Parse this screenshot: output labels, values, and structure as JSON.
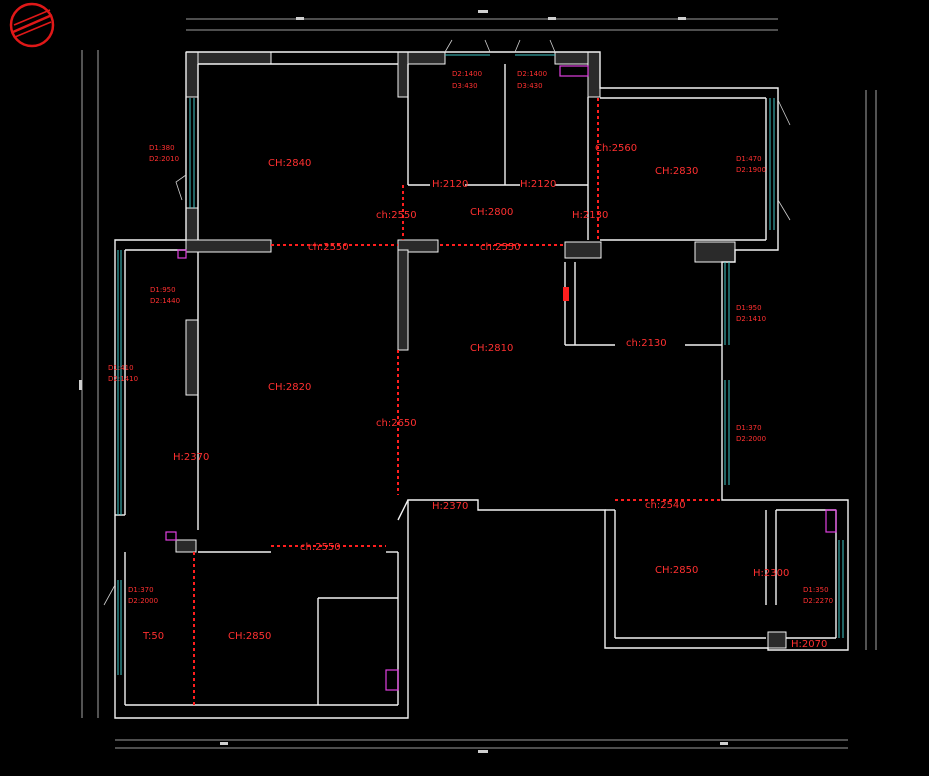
{
  "room_labels": {
    "r1_ch": "CH:2840",
    "r2_d": "D2:1400",
    "r2_d3": "D3:430",
    "r3_d": "D2:1400",
    "r3_d3": "D3:430",
    "r4_ch": "CH:2830",
    "r4_sh": "Ch:2560",
    "r4_h": "H:2130",
    "hall_ch": "CH:2800",
    "hall_ch2": "ch:2550",
    "h2120a": "H:2120",
    "h2120b": "H:2120",
    "beam_a": "ch:2550",
    "beam_b": "ch:2550",
    "living_ch": "CH:2820",
    "living_h": "H:2370",
    "center_ch": "CH:2810",
    "center_beam": "ch:2650",
    "kitchen_ch": "ch:2130",
    "beam_c": "ch:2550",
    "h2370": "H:2370",
    "beam_d": "ch:2540",
    "br_ch": "CH:2850",
    "br_h": "H:2300",
    "br_h2": "H:2070",
    "bl_ch": "CH:2850",
    "bl_t": "T:50"
  },
  "window_notes": {
    "w1a": "D1:380",
    "w1b": "D2:2010",
    "w2a": "D1:950",
    "w2b": "D2:1440",
    "w3a": "D1:410",
    "w3b": "D2:1410",
    "w4a": "D1:470",
    "w4b": "D2:1900",
    "w5a": "D1:950",
    "w5b": "D2:1410",
    "w6a": "D1:370",
    "w6b": "D2:2000",
    "w7a": "D1:370",
    "w7b": "D2:2000",
    "w8a": "D1:350",
    "w8b": "D2:2270"
  },
  "colors": {
    "wall": "#f2f2f2",
    "label": "#ff3030",
    "window": "#3fc9c9",
    "fixture": "#e040e0",
    "background": "#000000"
  },
  "icons": {
    "logo": "no-symbol-stamp-icon"
  }
}
